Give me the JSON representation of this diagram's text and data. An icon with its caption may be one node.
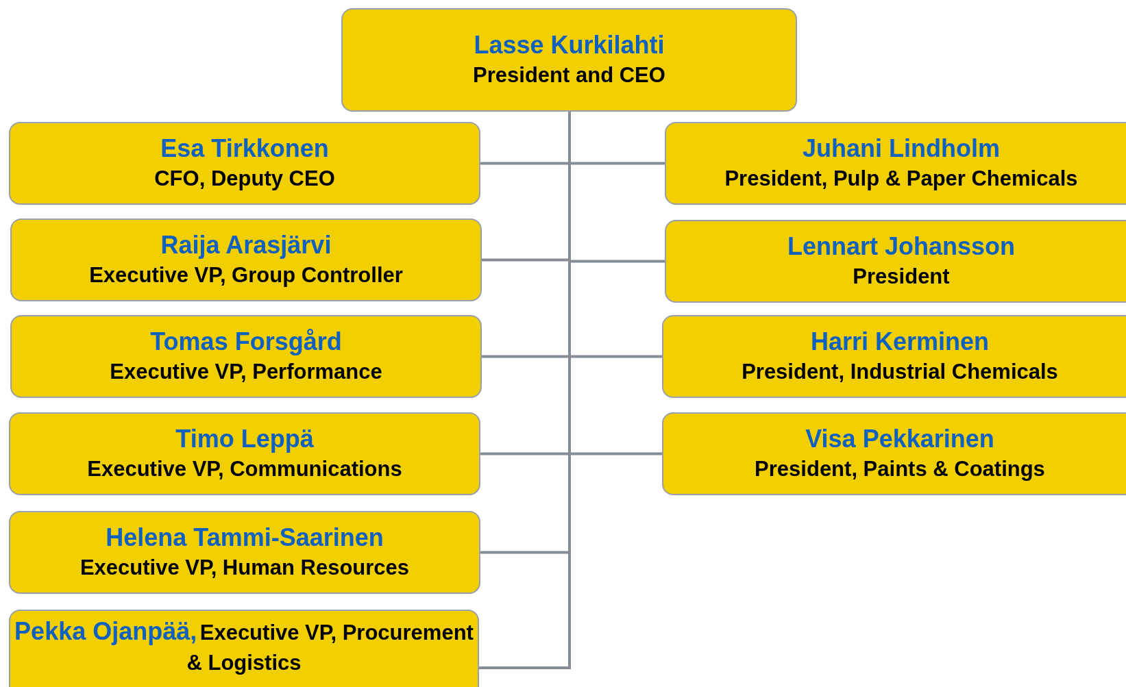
{
  "diagram": {
    "nodes": [
      {
        "text": [
          "Lasse Kurkilahti",
          "President and CEO"
        ]
      },
      {
        "text": [
          "Esa Tirkkonen",
          "CFO, Deputy CEO"
        ]
      },
      {
        "text": [
          "Juhani Lindholm",
          "President, Pulp & Paper Chemicals"
        ]
      },
      {
        "text": [
          "Raija Arasjärvi",
          "Executive VP, Group Controller"
        ]
      },
      {
        "text": [
          "Lennart Johansson",
          "President"
        ]
      },
      {
        "text": [
          "Tomas Forsgård",
          "Executive VP, Performance"
        ]
      },
      {
        "text": [
          "Harri Kerminen",
          "President, Industrial Chemicals"
        ]
      },
      {
        "text": [
          "Timo Leppä",
          "Executive VP, Communications"
        ]
      },
      {
        "text": [
          "Visa Pekkarinen",
          "President, Paints & Coatings"
        ]
      },
      {
        "text": [
          "Helena Tammi-Saarinen",
          "Executive VP, Human Resources"
        ]
      },
      {
        "text": [
          "Pekka Ojanpää,",
          "Executive VP, Procurement & Logistics"
        ]
      }
    ],
    "edges": [
      {
        "from": 0,
        "to": 1,
        "arrow": "none"
      },
      {
        "from": 0,
        "to": 2,
        "arrow": "none"
      },
      {
        "from": 0,
        "to": 3,
        "arrow": "none"
      },
      {
        "from": 0,
        "to": 4,
        "arrow": "none"
      },
      {
        "from": 0,
        "to": 5,
        "arrow": "none"
      },
      {
        "from": 0,
        "to": 6,
        "arrow": "none"
      },
      {
        "from": 0,
        "to": 7,
        "arrow": "none"
      },
      {
        "from": 0,
        "to": 8,
        "arrow": "none"
      },
      {
        "from": 0,
        "to": 9,
        "arrow": "none"
      },
      {
        "from": 0,
        "to": 10,
        "arrow": "none"
      }
    ]
  }
}
